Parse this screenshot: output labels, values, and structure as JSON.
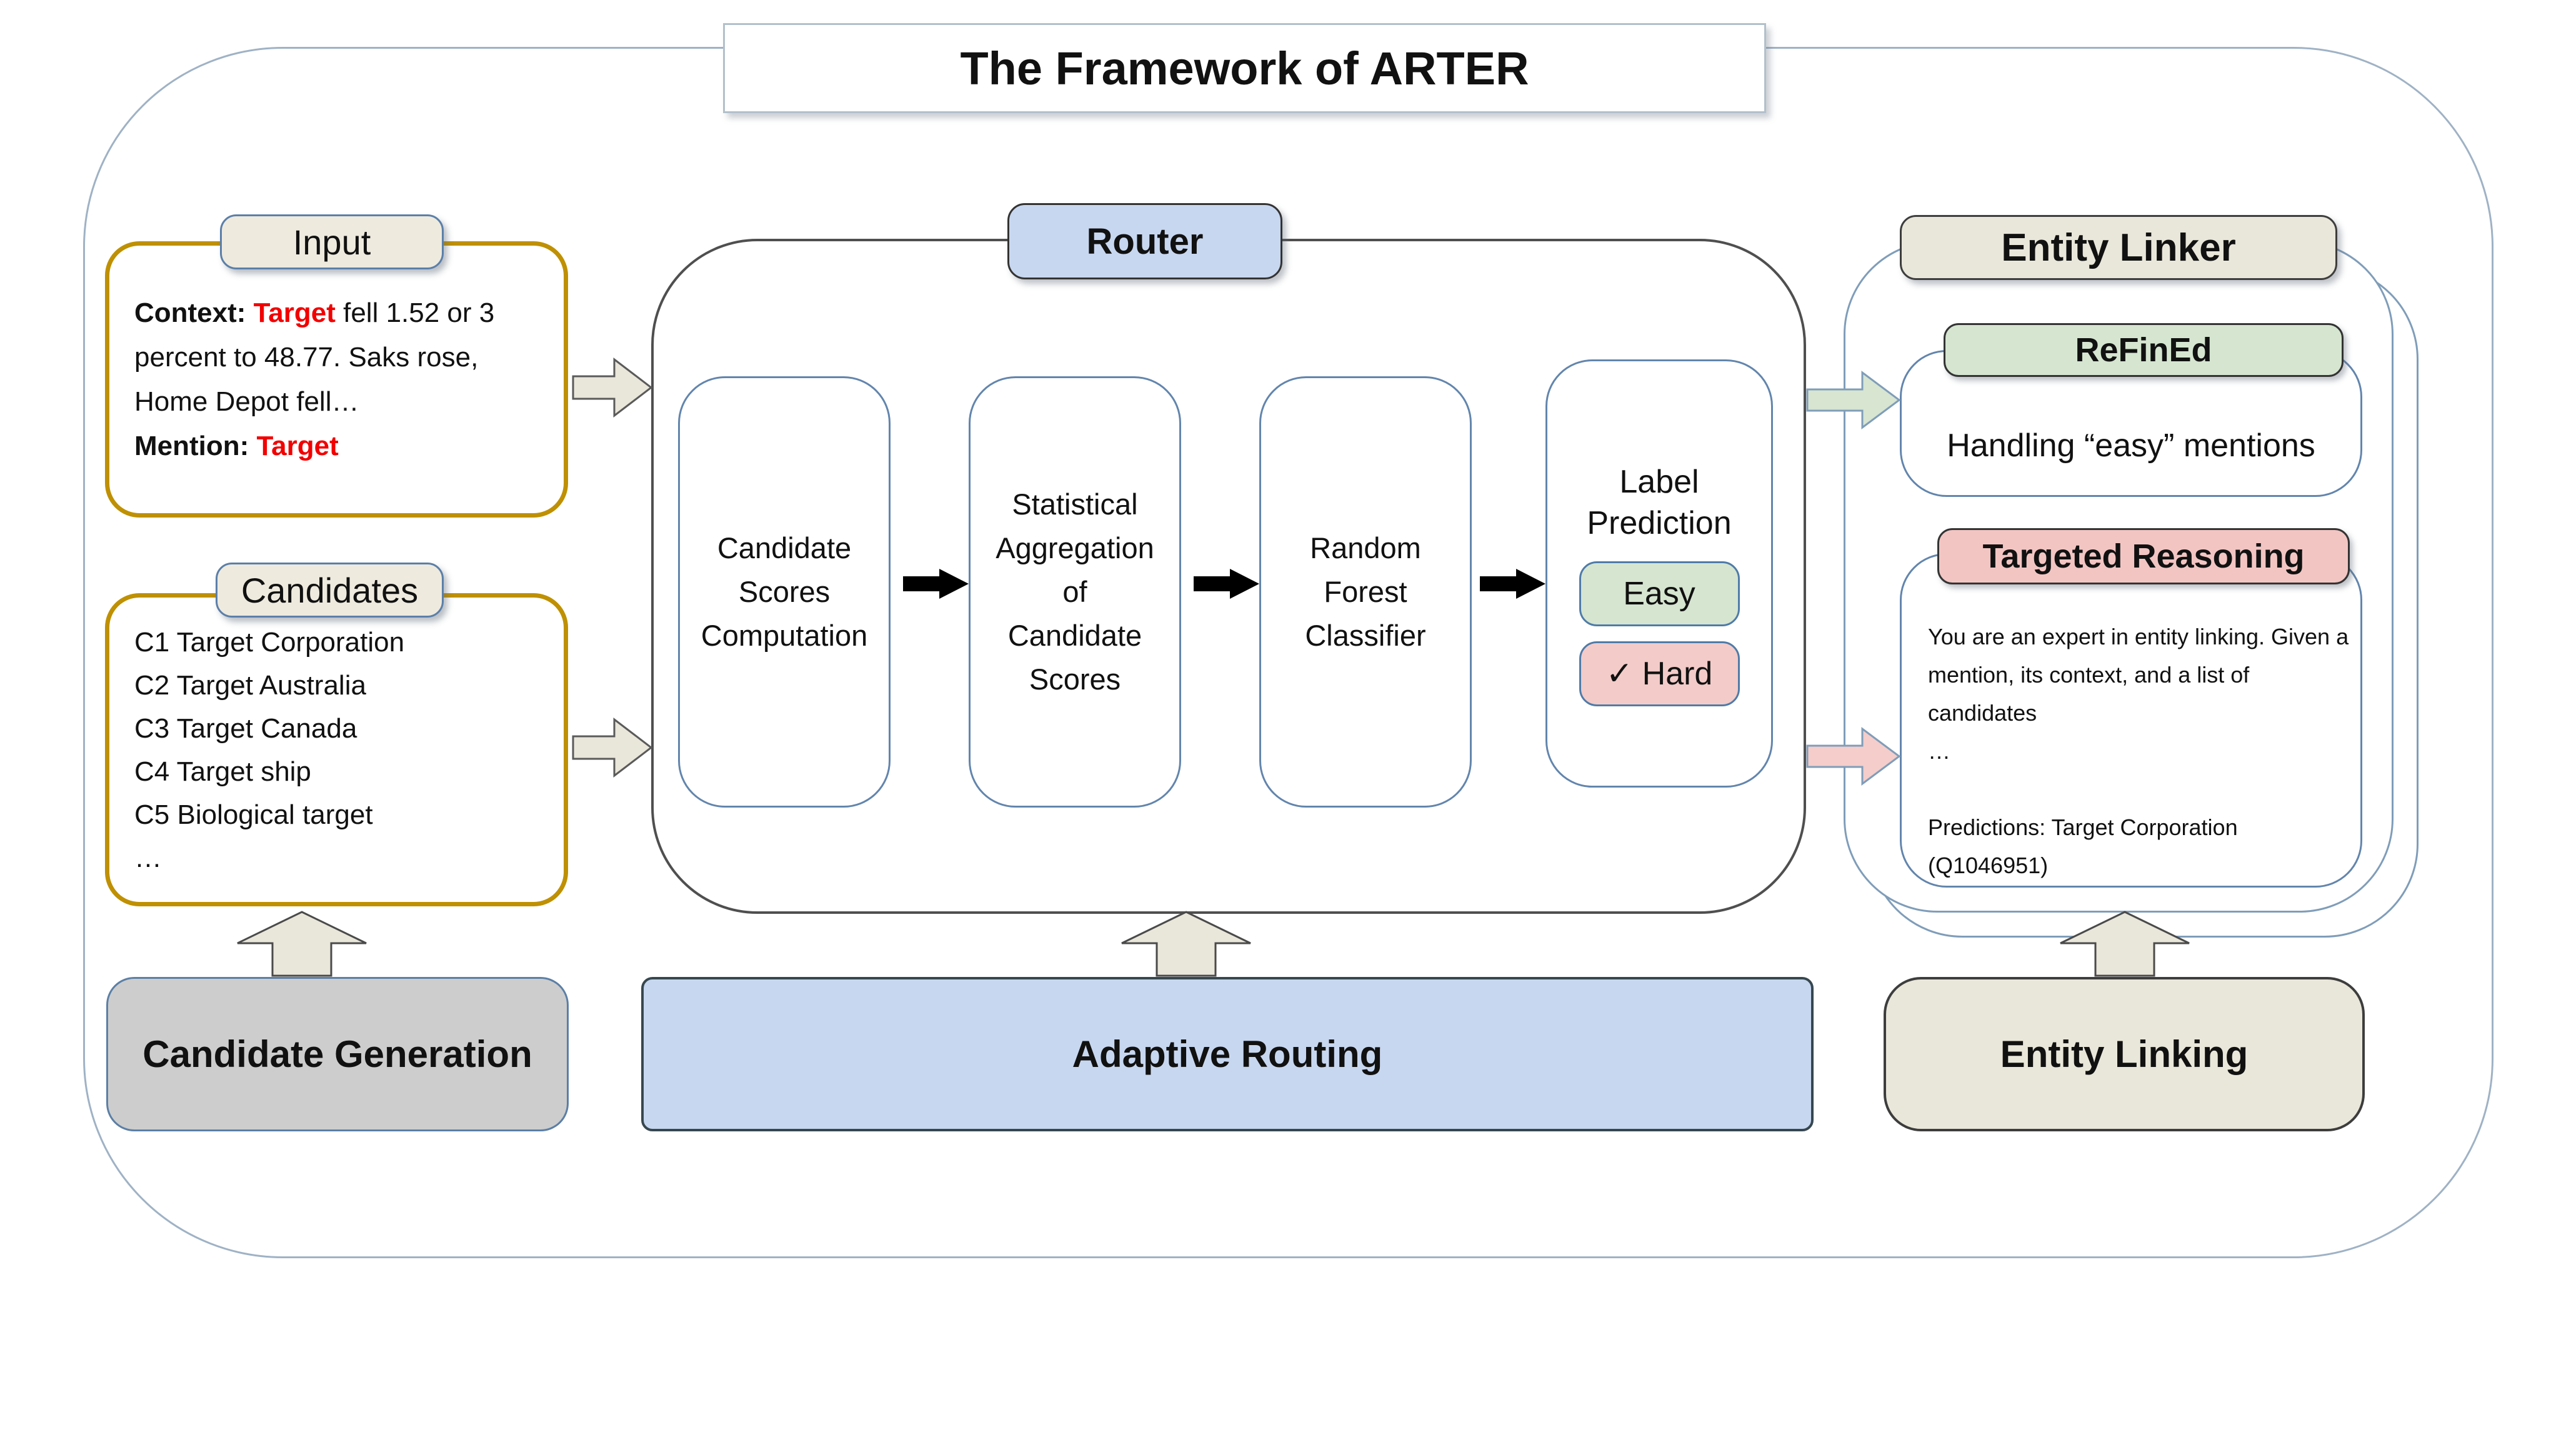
{
  "title": "The Framework of ARTER",
  "input": {
    "label": "Input",
    "lines": [
      [
        {
          "text": "Context: ",
          "bold": true
        },
        {
          "text": "Target",
          "bold": true,
          "red": true
        },
        {
          "text": " fell 1.52 or 3"
        }
      ],
      [
        {
          "text": "percent to 48.77. Saks rose,"
        }
      ],
      [
        {
          "text": "Home Depot fell…"
        }
      ],
      [
        {
          "text": "Mention: ",
          "bold": true
        },
        {
          "text": "Target",
          "bold": true,
          "red": true
        }
      ]
    ]
  },
  "candidates": {
    "label": "Candidates",
    "items": [
      "C1 Target Corporation",
      "C2 Target Australia",
      "C3 Target Canada",
      "C4 Target ship",
      "C5 Biological target",
      "…"
    ]
  },
  "router": {
    "label": "Router",
    "step1_lines": [
      "Candidate",
      "Scores",
      "Computation"
    ],
    "step2_lines": [
      "Statistical",
      "Aggregation",
      "of",
      "Candidate",
      "Scores"
    ],
    "step3_lines": [
      "Random",
      "Forest",
      "Classifier"
    ],
    "label_prediction": {
      "title_lines": [
        "Label",
        "Prediction"
      ],
      "easy": "Easy",
      "hard": "✓ Hard"
    }
  },
  "entity_linker": {
    "label": "Entity Linker",
    "refined": {
      "label": "ReFinEd",
      "description": "Handling “easy” mentions"
    },
    "targeted": {
      "label": "Targeted Reasoning",
      "prompt_lines": [
        "You are an expert in entity linking. Given a",
        "mention, its context, and a list of",
        "candidates",
        "…",
        "",
        "Predictions: Target Corporation",
        "(Q1046951)"
      ]
    }
  },
  "bottom": {
    "candidate_generation": "Candidate Generation",
    "adaptive_routing": "Adaptive Routing",
    "entity_linking": "Entity Linking"
  },
  "colors": {
    "gold_border": "#bf9000",
    "blue_fill": "#c8d7f0",
    "green_fill": "#d5e5d0",
    "pink_fill": "#f3cbc8",
    "beige_fill": "#e9e7da",
    "gray_fill": "#cdcdcd",
    "red_text": "#f20000",
    "container_border": "#7f9db9",
    "dark_border": "#3d3d3d"
  }
}
